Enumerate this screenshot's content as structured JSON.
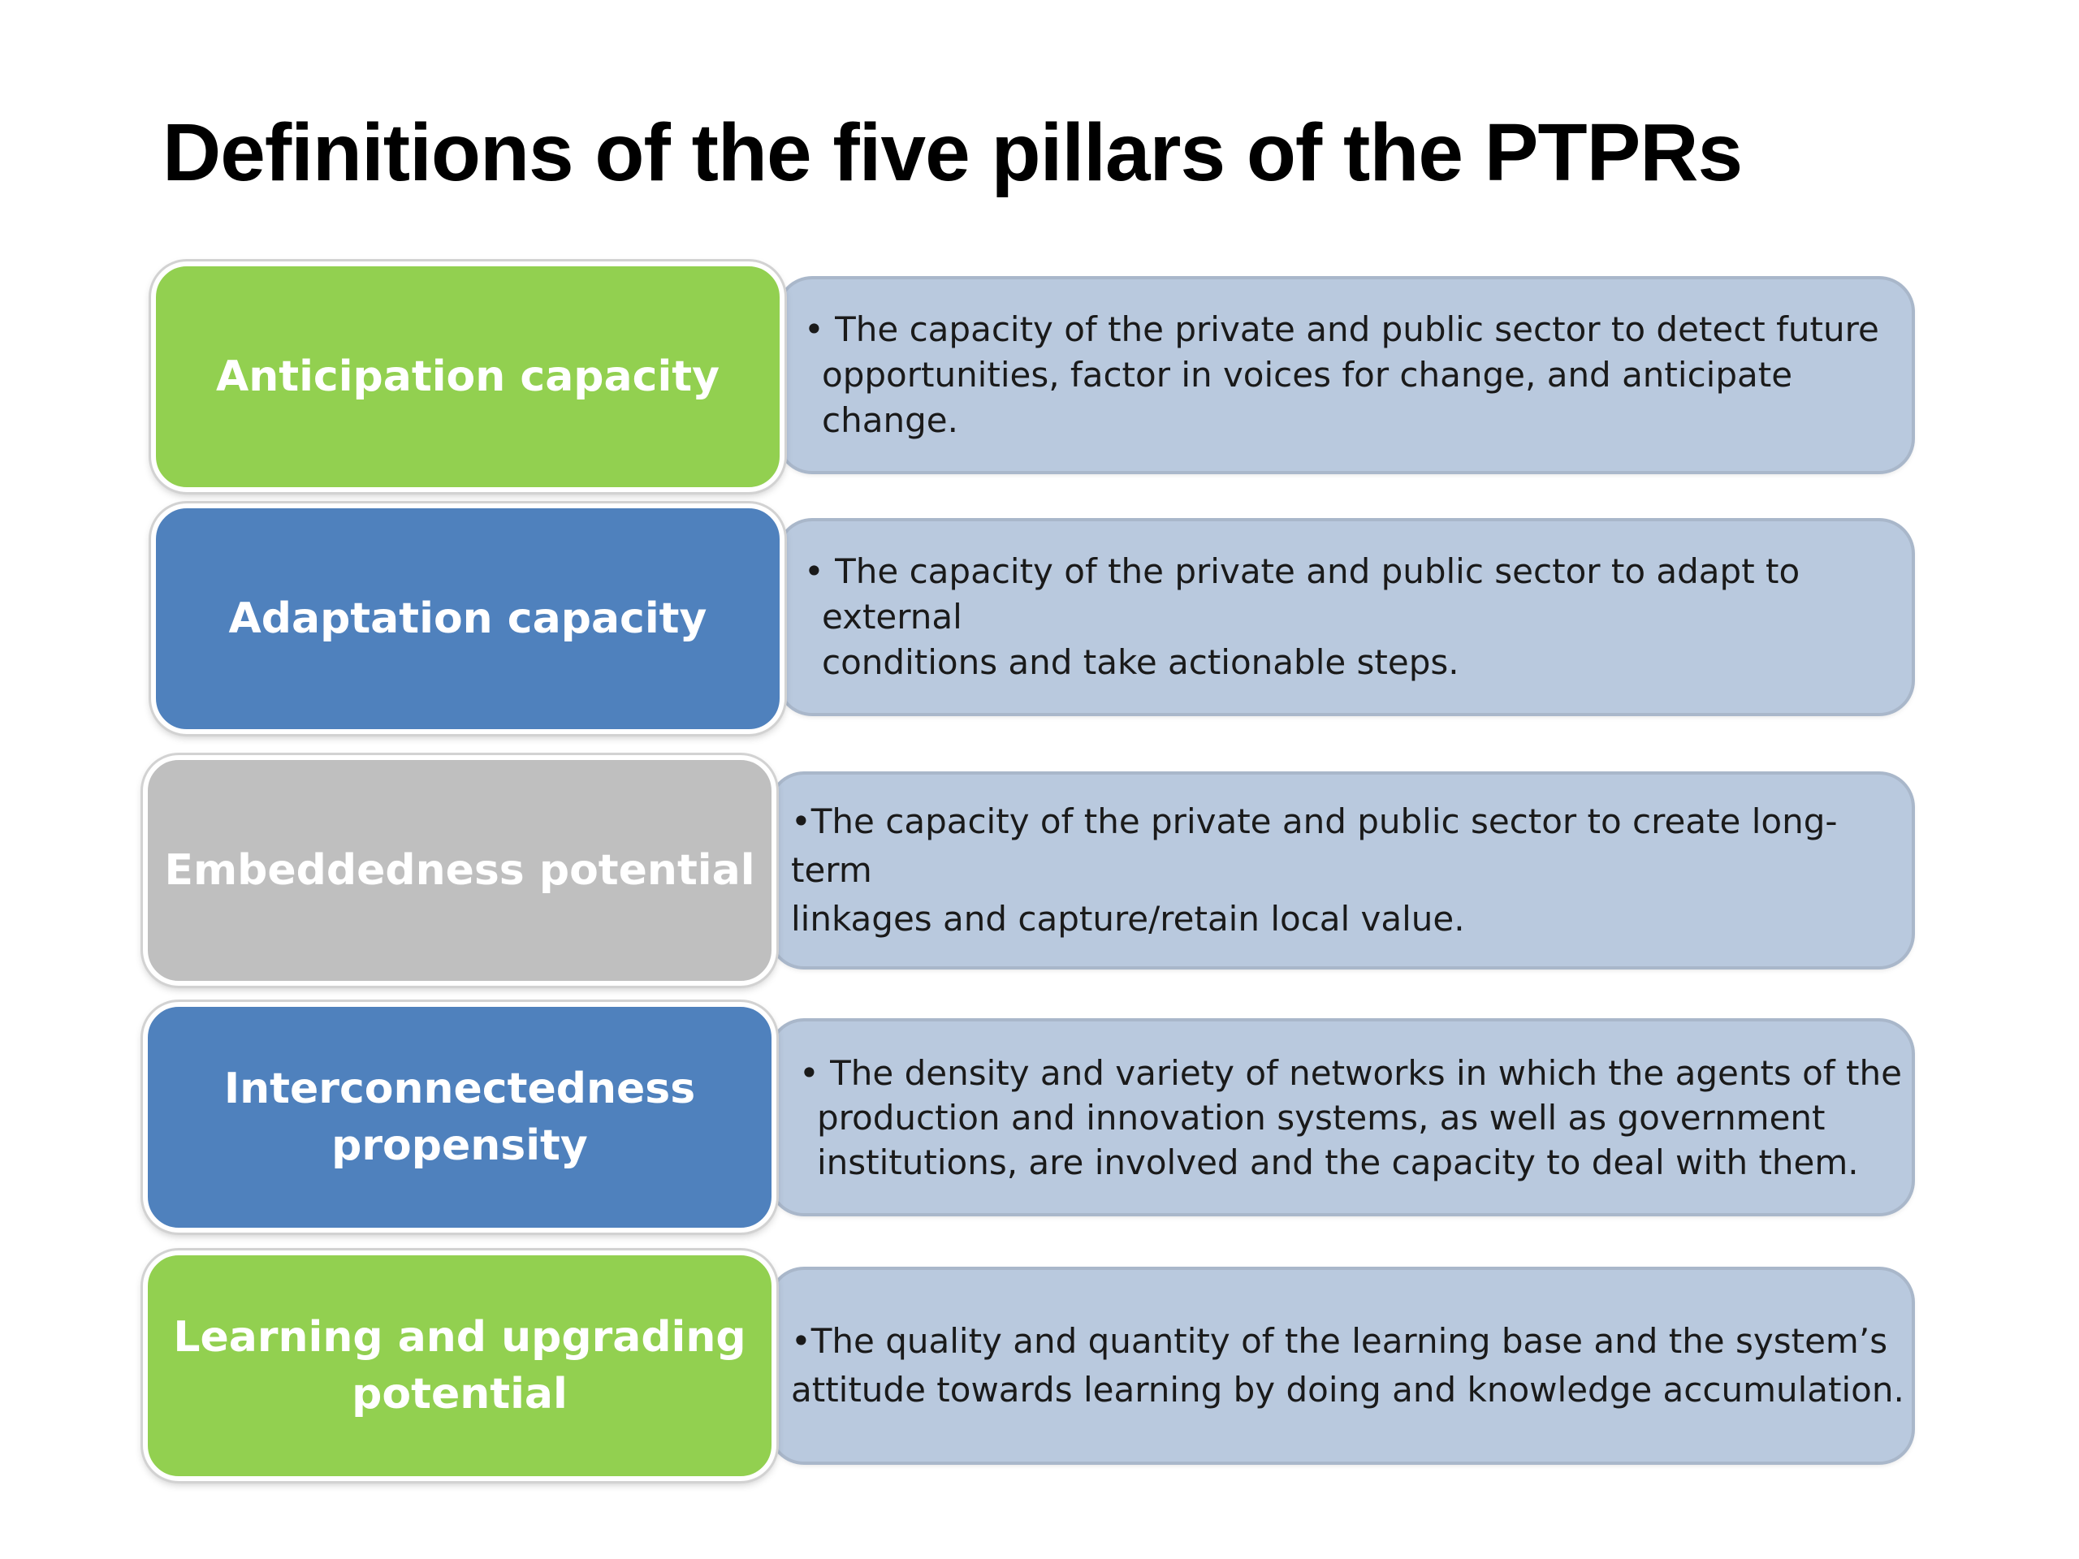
{
  "title": "Definitions of the five pillars of the PTPRs",
  "colors": {
    "green": "#92d050",
    "blue": "#4f81bd",
    "gray": "#bfbfbf",
    "description_fill": "#b9c9de"
  },
  "pillars": [
    {
      "label": "Anticipation capacity",
      "color": "#92d050",
      "description": "• The capacity of the private and public sector to detect future\nopportunities, factor in voices for change, and anticipate change."
    },
    {
      "label": "Adaptation capacity",
      "color": "#4f81bd",
      "description": "• The capacity of the private and public sector to adapt to external\nconditions and take actionable steps."
    },
    {
      "label": "Embeddedness potential",
      "color": "#bfbfbf",
      "description": "•The capacity of the private and public sector  to create long-term\nlinkages and capture/retain local value."
    },
    {
      "label": "Interconnectedness\npropensity",
      "color": "#4f81bd",
      "description": "• The density and variety of networks in which the agents of the\nproduction and innovation systems, as well as government\ninstitutions, are involved and the capacity to deal with them."
    },
    {
      "label": "Learning and upgrading\npotential",
      "color": "#92d050",
      "description": "•The quality and quantity of the learning base and the system’s\nattitude towards learning by doing and knowledge accumulation."
    }
  ]
}
